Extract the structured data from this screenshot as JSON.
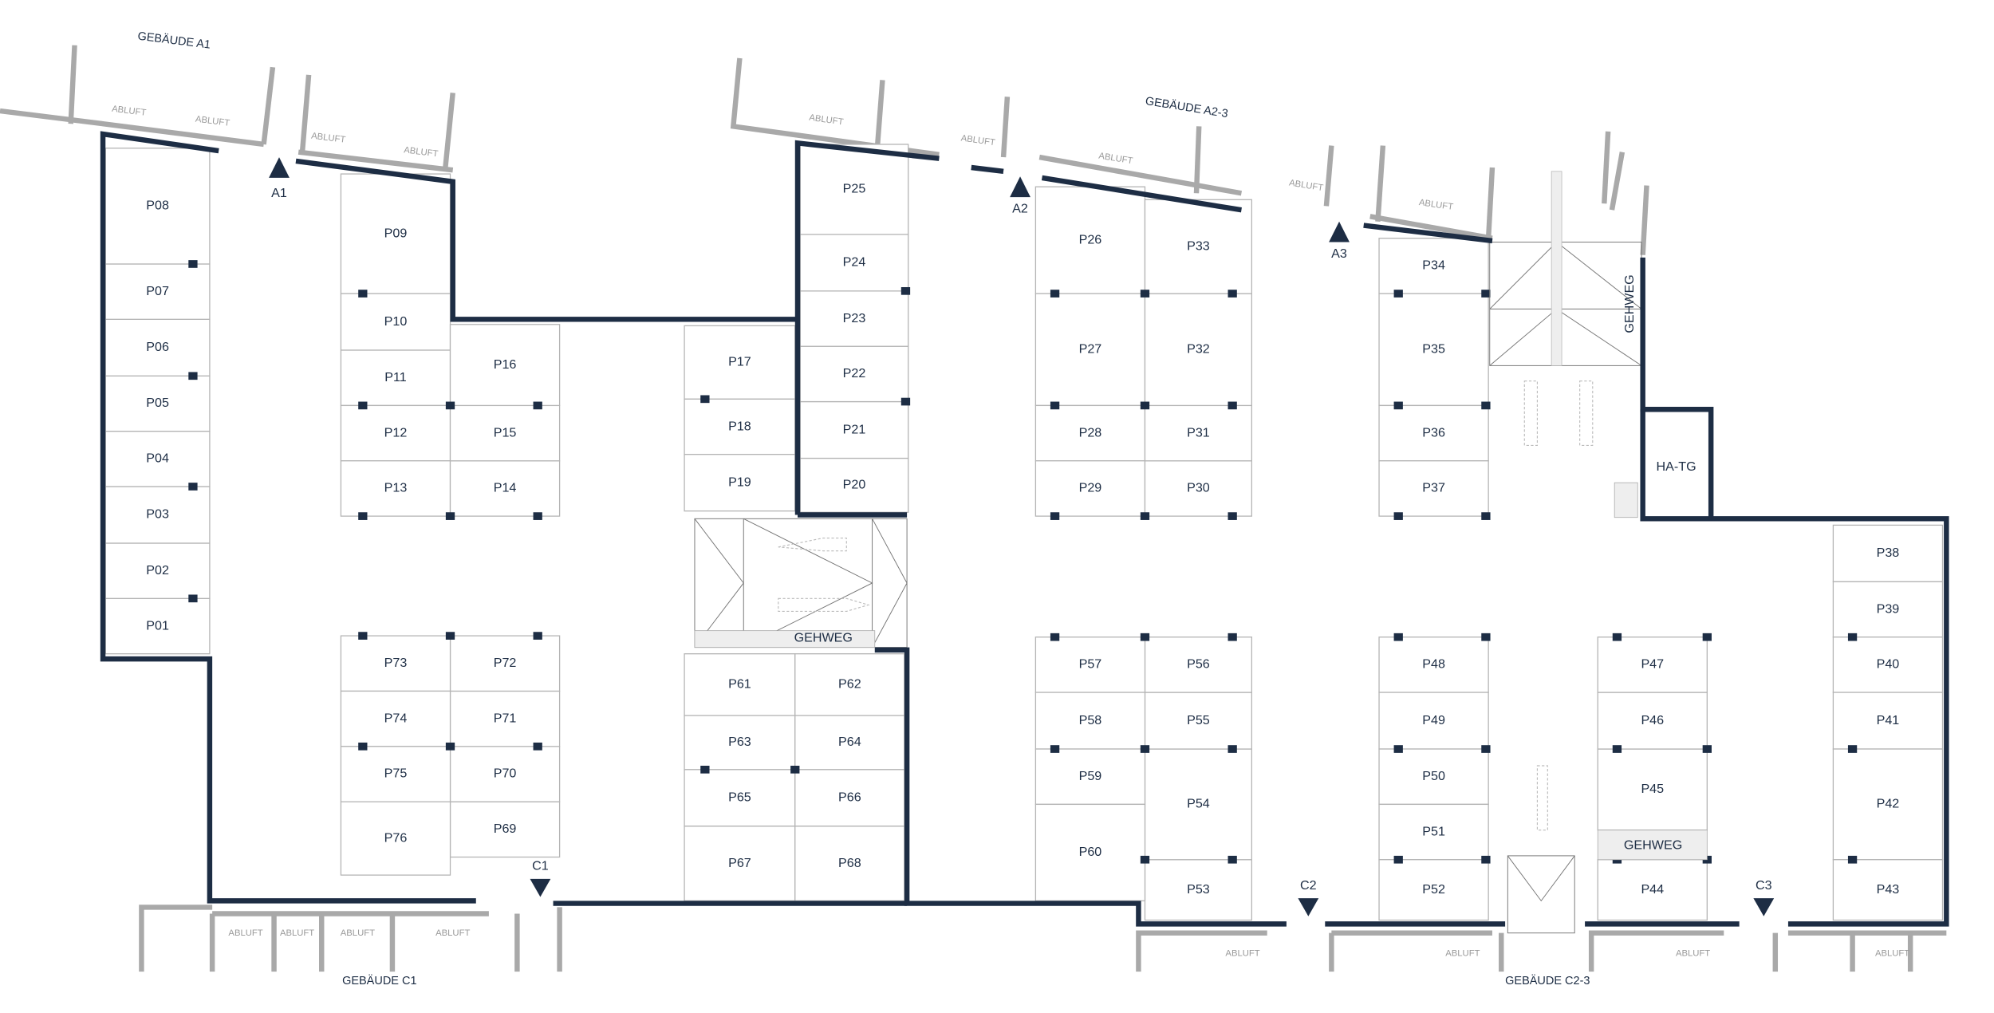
{
  "buildings": [
    "GEBÄUDE A1",
    "GEBÄUDE A2-3",
    "GEBÄUDE C1",
    "GEBÄUDE C2-3"
  ],
  "entrances": [
    "A1",
    "A2",
    "A3",
    "C1",
    "C2",
    "C3"
  ],
  "abluft_label": "ABLUFT",
  "gehweg_label": "GEHWEG",
  "ha_tg_label": "HA-TG",
  "spaces": [
    "P01",
    "P02",
    "P03",
    "P04",
    "P05",
    "P06",
    "P07",
    "P08",
    "P09",
    "P10",
    "P11",
    "P12",
    "P13",
    "P14",
    "P15",
    "P16",
    "P17",
    "P18",
    "P19",
    "P20",
    "P21",
    "P22",
    "P23",
    "P24",
    "P25",
    "P26",
    "P27",
    "P28",
    "P29",
    "P30",
    "P31",
    "P32",
    "P33",
    "P34",
    "P35",
    "P36",
    "P37",
    "P38",
    "P39",
    "P40",
    "P41",
    "P42",
    "P43",
    "P44",
    "P45",
    "P46",
    "P47",
    "P48",
    "P49",
    "P50",
    "P51",
    "P52",
    "P53",
    "P54",
    "P55",
    "P56",
    "P57",
    "P58",
    "P59",
    "P60",
    "P61",
    "P62",
    "P63",
    "P64",
    "P65",
    "P66",
    "P67",
    "P68",
    "P69",
    "P70",
    "P71",
    "P72",
    "P73",
    "P74",
    "P75",
    "P76"
  ],
  "colors": {
    "wall": "#1d2d44",
    "neighbor_wall": "#a9a9a9"
  }
}
